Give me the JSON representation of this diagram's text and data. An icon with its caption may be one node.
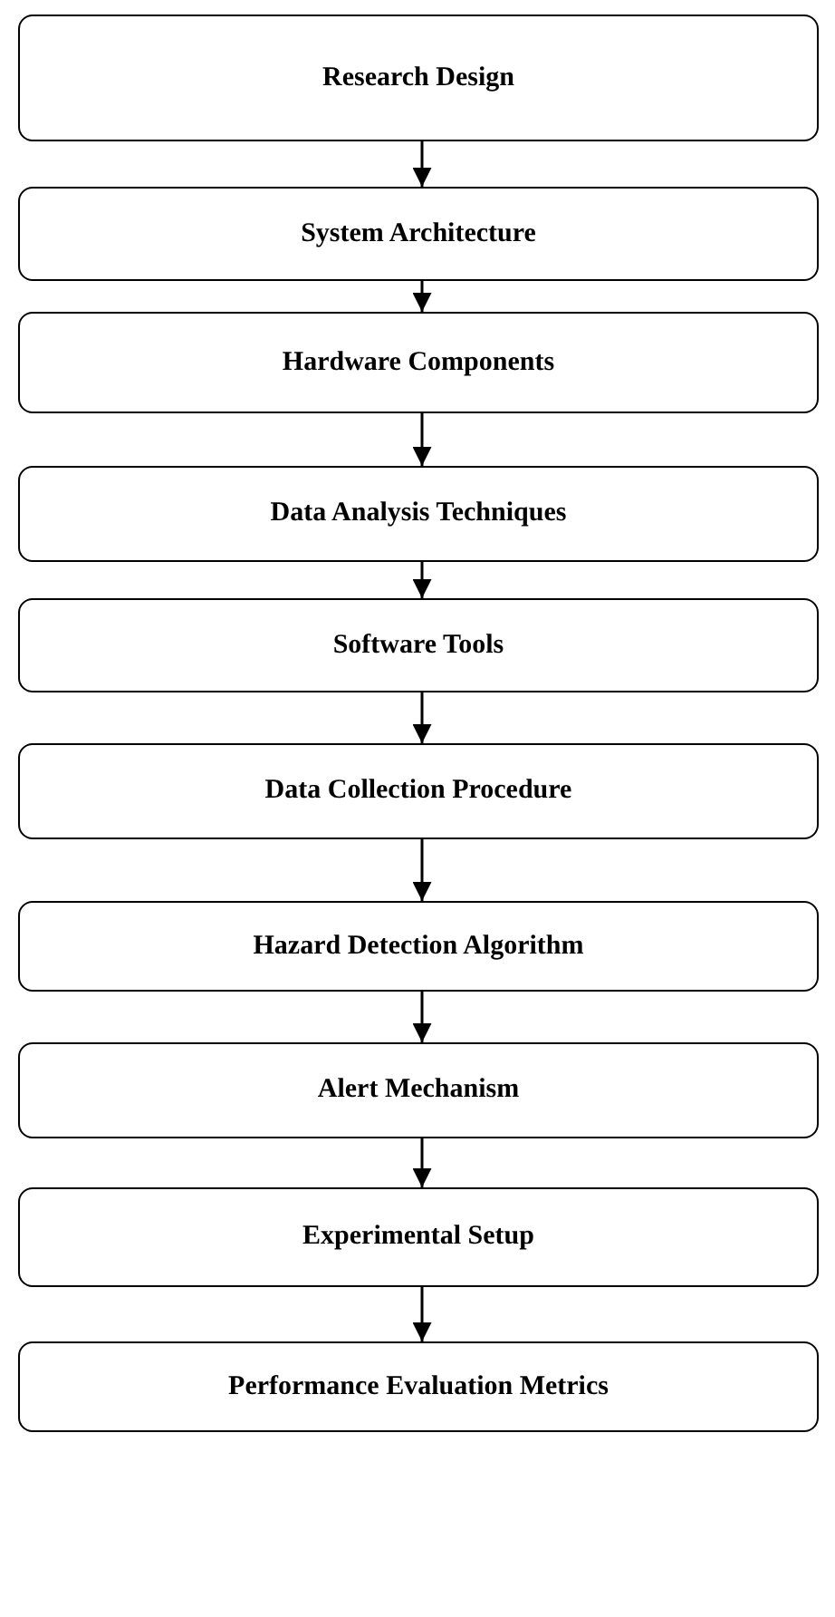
{
  "diagram": {
    "nodes": [
      {
        "text": [
          "Research Design"
        ]
      },
      {
        "text": [
          "System Architecture"
        ]
      },
      {
        "text": [
          "Hardware Components"
        ]
      },
      {
        "text": [
          "Data Analysis Techniques"
        ]
      },
      {
        "text": [
          "Software Tools"
        ]
      },
      {
        "text": [
          "Data Collection Procedure"
        ]
      },
      {
        "text": [
          "Hazard Detection Algorithm"
        ]
      },
      {
        "text": [
          "Alert Mechanism"
        ]
      },
      {
        "text": [
          "Experimental Setup"
        ]
      },
      {
        "text": [
          "Performance Evaluation Metrics"
        ]
      }
    ],
    "edges": [
      {
        "from": 0,
        "to": 1,
        "arrow": "to"
      },
      {
        "from": 1,
        "to": 2,
        "arrow": "to"
      },
      {
        "from": 2,
        "to": 3,
        "arrow": "to"
      },
      {
        "from": 3,
        "to": 4,
        "arrow": "to"
      },
      {
        "from": 4,
        "to": 5,
        "arrow": "to"
      },
      {
        "from": 5,
        "to": 6,
        "arrow": "to"
      },
      {
        "from": 6,
        "to": 7,
        "arrow": "to"
      },
      {
        "from": 7,
        "to": 8,
        "arrow": "to"
      },
      {
        "from": 8,
        "to": 9,
        "arrow": "to"
      }
    ]
  }
}
